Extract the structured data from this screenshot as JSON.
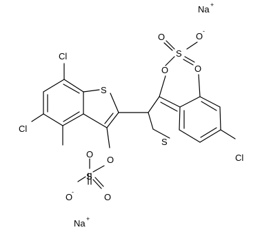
{
  "molecule": {
    "ions": {
      "na_top": {
        "symbol": "Na",
        "charge": "+"
      },
      "na_bottom": {
        "symbol": "Na",
        "charge": "+"
      }
    },
    "left_ring": {
      "cl_7": "Cl",
      "cl_5": "Cl",
      "s_ring": "S",
      "sulfate": {
        "o_link": "O",
        "s": "S",
        "o_up": "O",
        "o_right": "O",
        "o_minus": "O",
        "minus": "-"
      }
    },
    "right_ring": {
      "cl_6": "Cl",
      "s_ring": "S",
      "sulfate": {
        "o_link": "O",
        "s": "S",
        "o_left": "O",
        "o_down": "O",
        "o_minus": "O",
        "minus": "-"
      }
    }
  }
}
